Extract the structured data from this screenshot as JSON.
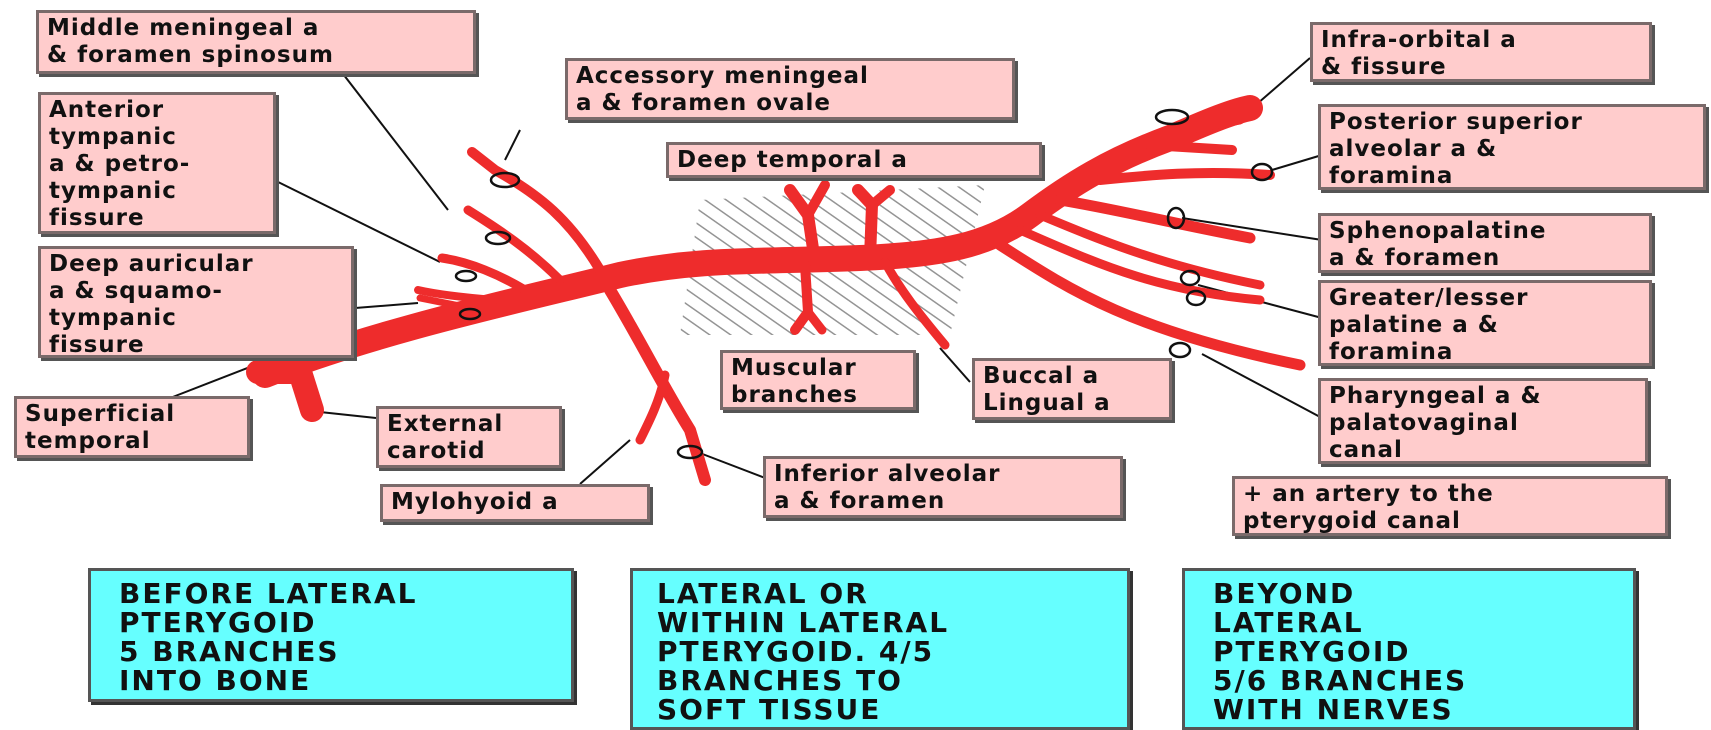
{
  "labels": {
    "middle_meningeal": "Middle meningeal a\n& foramen spinosum",
    "accessory_meningeal": "Accessory meningeal\na & foramen ovale",
    "anterior_tympanic": "Anterior\ntympanic\na & petro-\ntympanic\nfissure",
    "deep_auricular": "Deep auricular\na & squamo-\ntympanic\nfissure",
    "superficial_temporal": "Superficial\ntemporal",
    "external_carotid": "External\ncarotid",
    "mylohyoid": "Mylohyoid a",
    "inferior_alveolar": "Inferior alveolar\na & foramen",
    "deep_temporal": "Deep temporal a",
    "muscular_branches": "Muscular\nbranches",
    "buccal_lingual": "Buccal a\nLingual a",
    "infra_orbital": "Infra-orbital a\n& fissure",
    "posterior_superior_alveolar": "Posterior superior\nalveolar a &\nforamina",
    "sphenopalatine": "Sphenopalatine\na & foramen",
    "greater_lesser_palatine": "Greater/lesser\npalatine a &\nforamina",
    "pharyngeal": "Pharyngeal a &\npalatovaginal\ncanal",
    "pterygoid_canal": "+ an artery to the\npterygoid canal"
  },
  "summaries": {
    "before": "BEFORE LATERAL\nPTERYGOID\n5 BRANCHES\nINTO BONE",
    "within": "LATERAL OR\nWITHIN LATERAL\nPTERYGOID. 4/5\nBRANCHES TO\nSOFT TISSUE",
    "beyond": "BEYOND\nLATERAL\nPTERYGOID\n5/6 BRANCHES\nWITH NERVES"
  },
  "colors": {
    "artery": "#ee2c2c",
    "label_bg": "#ffcccc",
    "summary_bg": "#66ffff",
    "hatch": "#888888"
  }
}
